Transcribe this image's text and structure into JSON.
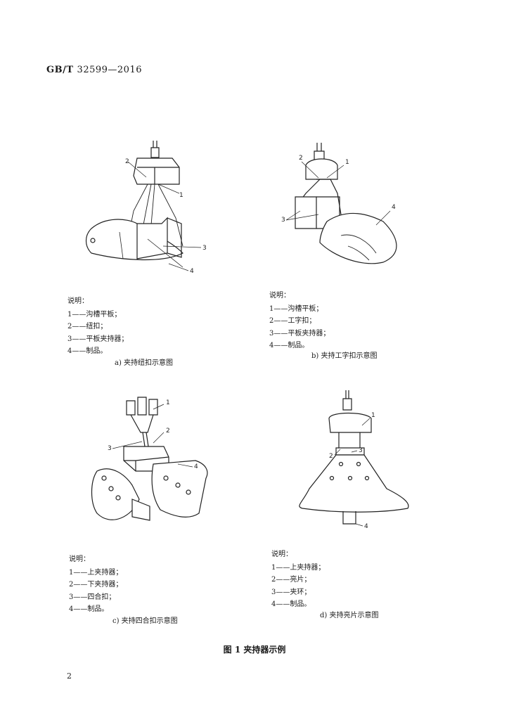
{
  "header": {
    "standard": "GB/T",
    "number": "32599—2016"
  },
  "figures": [
    {
      "legend_title": "说明：",
      "legend_items": [
        "1——沟槽平板；",
        "2——纽扣；",
        "3——平板夹持器；",
        "4——制品。"
      ],
      "subtitle": "a)  夹持纽扣示意图",
      "callouts": [
        "1",
        "2",
        "3",
        "4"
      ]
    },
    {
      "legend_title": "说明：",
      "legend_items": [
        "1——沟槽平板；",
        "2——工字扣；",
        "3——平板夹持器；",
        "4——制品。"
      ],
      "subtitle": "b)  夹持工字扣示意图",
      "callouts": [
        "1",
        "2",
        "3",
        "4"
      ]
    },
    {
      "legend_title": "说明：",
      "legend_items": [
        "1——上夹持器；",
        "2——下夹持器；",
        "3——四合扣；",
        "4——制品。"
      ],
      "subtitle": "c)  夹持四合扣示意图",
      "callouts": [
        "1",
        "2",
        "3",
        "4"
      ]
    },
    {
      "legend_title": "说明：",
      "legend_items": [
        "1——上夹持器；",
        "2——亮片；",
        "3——夹环；",
        "4——制品。"
      ],
      "subtitle": "d)  夹持亮片示意图",
      "callouts": [
        "1",
        "2",
        "3",
        "4"
      ]
    }
  ],
  "figure_caption": "图 1  夹持器示例",
  "page_number": "2"
}
